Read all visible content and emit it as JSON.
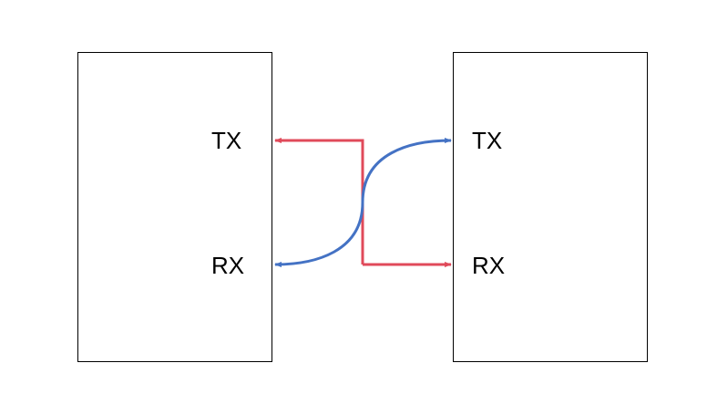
{
  "left_device": {
    "tx_label": "TX",
    "rx_label": "RX"
  },
  "right_device": {
    "tx_label": "TX",
    "rx_label": "RX"
  },
  "connections": [
    {
      "name": "right-rx-to-left-tx",
      "color": "#e04a5a"
    },
    {
      "name": "left-rx-to-right-tx",
      "color": "#4472c4"
    }
  ]
}
